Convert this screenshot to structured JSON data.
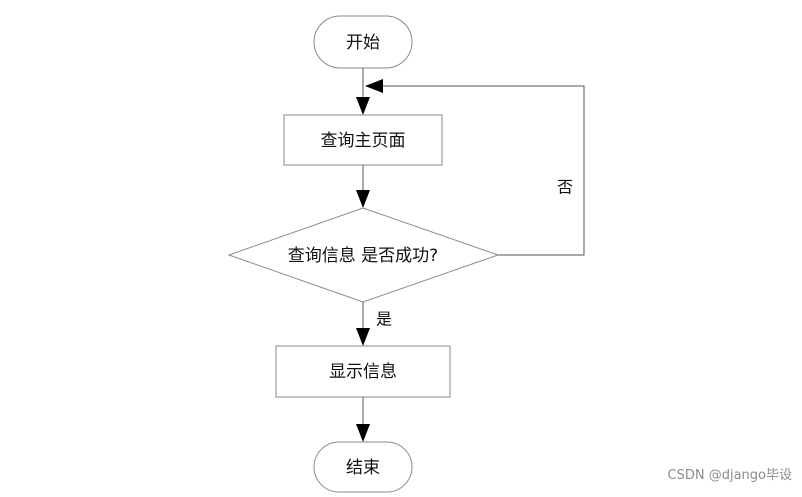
{
  "diagram": {
    "type": "flowchart",
    "nodes": {
      "start": {
        "shape": "terminal",
        "label": "开始"
      },
      "query_home": {
        "shape": "process",
        "label": "查询主页面"
      },
      "decision": {
        "shape": "decision",
        "label": "查询信息 是否成功?"
      },
      "show_info": {
        "shape": "process",
        "label": "显示信息"
      },
      "end": {
        "shape": "terminal",
        "label": "结束"
      }
    },
    "edges": [
      {
        "from": "start",
        "to": "query_home",
        "label": ""
      },
      {
        "from": "query_home",
        "to": "decision",
        "label": ""
      },
      {
        "from": "decision",
        "to": "show_info",
        "label": "是"
      },
      {
        "from": "decision",
        "to": "query_home",
        "label": "否"
      },
      {
        "from": "show_info",
        "to": "end",
        "label": ""
      }
    ],
    "branch_labels": {
      "yes": "是",
      "no": "否"
    }
  },
  "watermark": {
    "text": "CSDN @django毕设"
  }
}
